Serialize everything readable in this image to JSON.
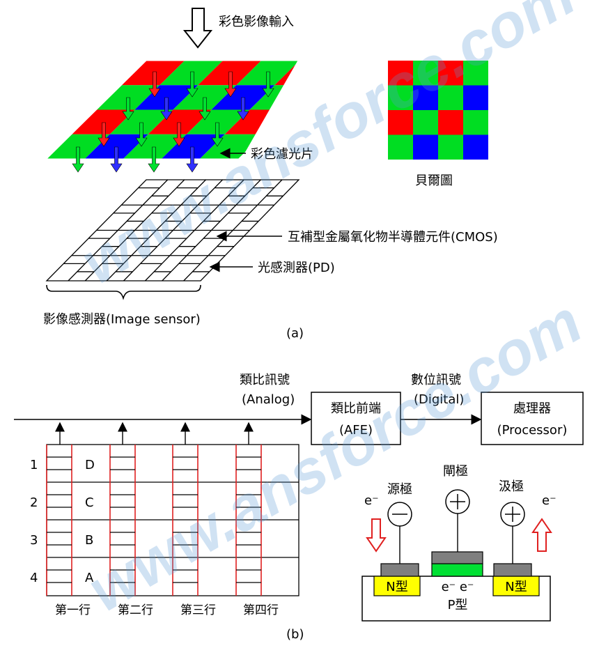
{
  "part_a": {
    "input_label": "彩色影像輸入",
    "filter_label": "彩色濾光片",
    "bayer_label": "貝爾圖",
    "cmos_label": "互補型金屬氧化物半導體元件(CMOS)",
    "pd_label": "光感測器(PD)",
    "sensor_label": "影像感測器(Image sensor)",
    "caption": "(a)",
    "bayer_pattern": [
      [
        "R",
        "G",
        "R",
        "G"
      ],
      [
        "G",
        "B",
        "G",
        "B"
      ],
      [
        "R",
        "G",
        "R",
        "G"
      ],
      [
        "G",
        "B",
        "G",
        "B"
      ]
    ],
    "colors": {
      "R": "#ff0000",
      "G": "#00dd22",
      "B": "#0000ff"
    }
  },
  "part_b": {
    "analog_label": "類比訊號",
    "analog_sub": "(Analog)",
    "afe_label": "類比前端",
    "afe_sub": "(AFE)",
    "digital_label": "數位訊號",
    "digital_sub": "(Digital)",
    "proc_label": "處理器",
    "proc_sub": "(Processor)",
    "rows": [
      "1",
      "2",
      "3",
      "4"
    ],
    "cells": [
      "D",
      "C",
      "B",
      "A"
    ],
    "columns": [
      "第一行",
      "第二行",
      "第三行",
      "第四行"
    ],
    "source_label": "源極",
    "gate_label": "閘極",
    "drain_label": "汲極",
    "e_minus": "e⁻",
    "channel_e": "e⁻ e⁻",
    "n_type": "N型",
    "p_type": "P型",
    "caption": "(b)"
  },
  "watermark": "www.ansforce.com"
}
